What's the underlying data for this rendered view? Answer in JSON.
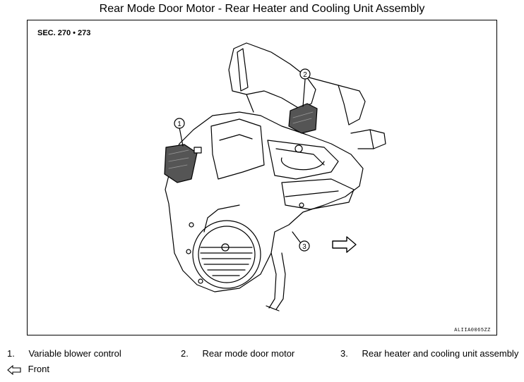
{
  "title": "Rear Mode Door Motor - Rear Heater and Cooling Unit Assembly",
  "section_ref": "SEC. 270 • 273",
  "figure_code": "ALIIA0065ZZ",
  "callouts": [
    {
      "number": "1"
    },
    {
      "number": "2"
    },
    {
      "number": "3"
    }
  ],
  "legend": [
    {
      "number": "1.",
      "text": "Variable blower control"
    },
    {
      "number": "2.",
      "text": "Rear mode door motor"
    },
    {
      "number": "3.",
      "text": "Rear heater and cooling unit assembly"
    }
  ],
  "front_label": "Front"
}
